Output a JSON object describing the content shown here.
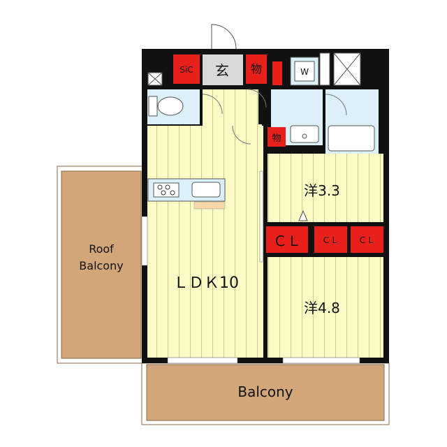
{
  "labels": {
    "entrance": "玄",
    "storage": "物",
    "sic": "SiC",
    "washer": "W",
    "storage_small": "物",
    "ldk": "ＬＤＫ10",
    "room_upper": "洋3.3",
    "room_lower": "洋4.8",
    "cl_main": "ＣＬ",
    "cl_small_1": "ＣＬ",
    "cl_small_2": "ＣＬ",
    "roof_balcony_line1": "Roof",
    "roof_balcony_line2": "Balcony",
    "balcony": "Balcony"
  },
  "colors": {
    "wall": "#111111",
    "room_fill": "#fbfbc6",
    "room_stripe": "#c9c98a",
    "wet_area": "#dcf0f9",
    "entrance_floor": "#d9d9d9",
    "storage_red": "#e8201c",
    "balcony_fill": "#d2a678",
    "balcony_edge": "#8a6a4a"
  }
}
